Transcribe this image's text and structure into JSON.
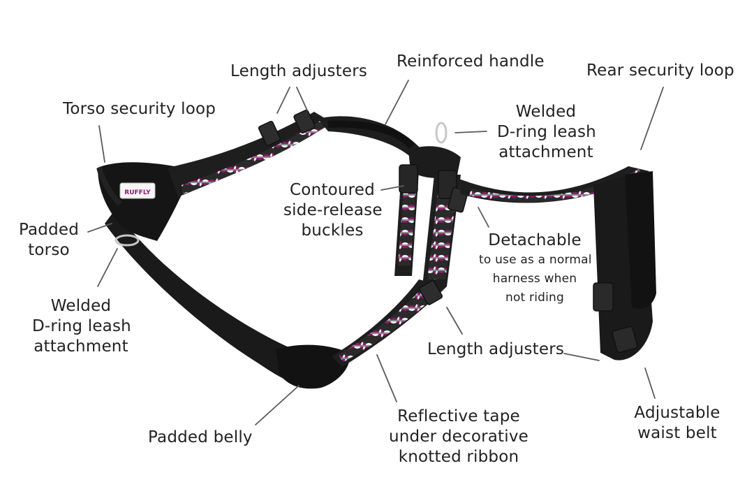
{
  "labels": {
    "length_adjusters_top": "Length adjusters",
    "reinforced_handle": "Reinforced handle",
    "rear_security_loop": "Rear security loop",
    "torso_security_loop": "Torso security loop",
    "welded_dring_top": [
      "Welded",
      "D-ring leash",
      "attachment"
    ],
    "contoured_buckles": [
      "Contoured",
      "side-release",
      "buckles"
    ],
    "padded_torso": [
      "Padded",
      "torso"
    ],
    "detachable": "Detachable",
    "detachable_note": [
      "to use as a normal",
      "harness when",
      "not riding"
    ],
    "welded_dring_left": [
      "Welded",
      "D-ring leash",
      "attachment"
    ],
    "length_adjusters_bottom": "Length adjusters",
    "padded_belly": "Padded belly",
    "reflective_tape": [
      "Reflective tape",
      "under decorative",
      "knotted ribbon"
    ],
    "adjustable_waist_belt": [
      "Adjustable",
      "waist belt"
    ]
  },
  "brand_tag": "RUFFLY",
  "colors": {
    "webbing": "#1e1e1e",
    "padding": "#141414",
    "ribbon": "#8c1a6e",
    "ribbon_white": "#f2f2f2",
    "ribbon_grey": "#8a8a8a",
    "ring": "#c8c8c8",
    "text": "#222222",
    "leader": "#5a5a5a"
  }
}
